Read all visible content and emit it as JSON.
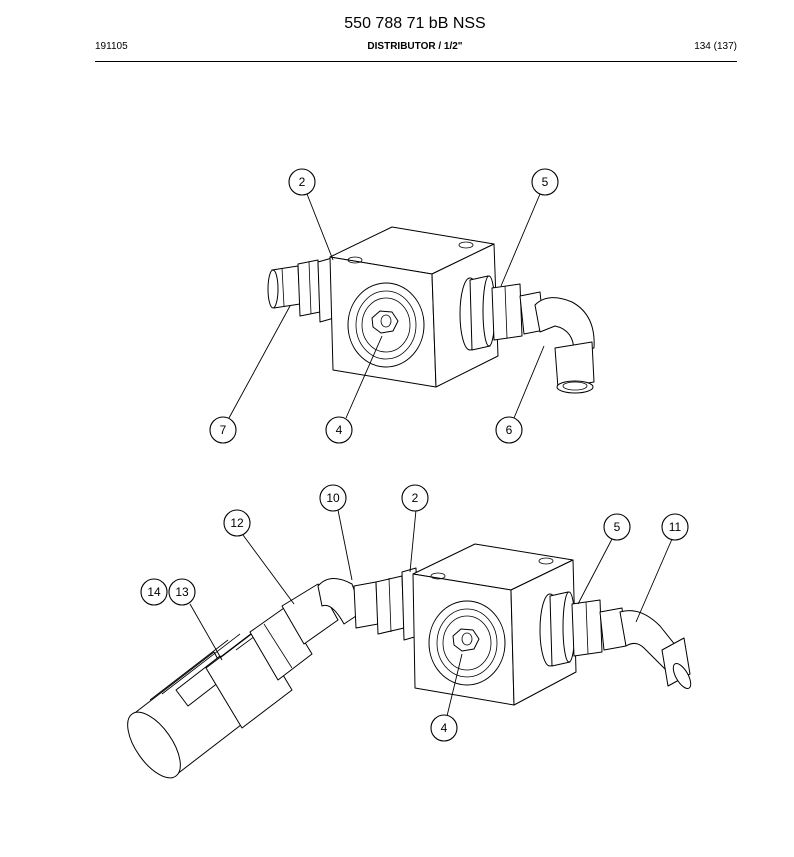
{
  "header": {
    "title": "550 788 71 bB NSS",
    "doc_code": "191105",
    "section": "DISTRIBUTOR / 1/2\"",
    "page": "134 (137)"
  },
  "callouts": {
    "top": [
      "2",
      "5",
      "7",
      "4",
      "6"
    ],
    "bottom": [
      "10",
      "2",
      "12",
      "5",
      "11",
      "14",
      "13",
      "4"
    ]
  }
}
